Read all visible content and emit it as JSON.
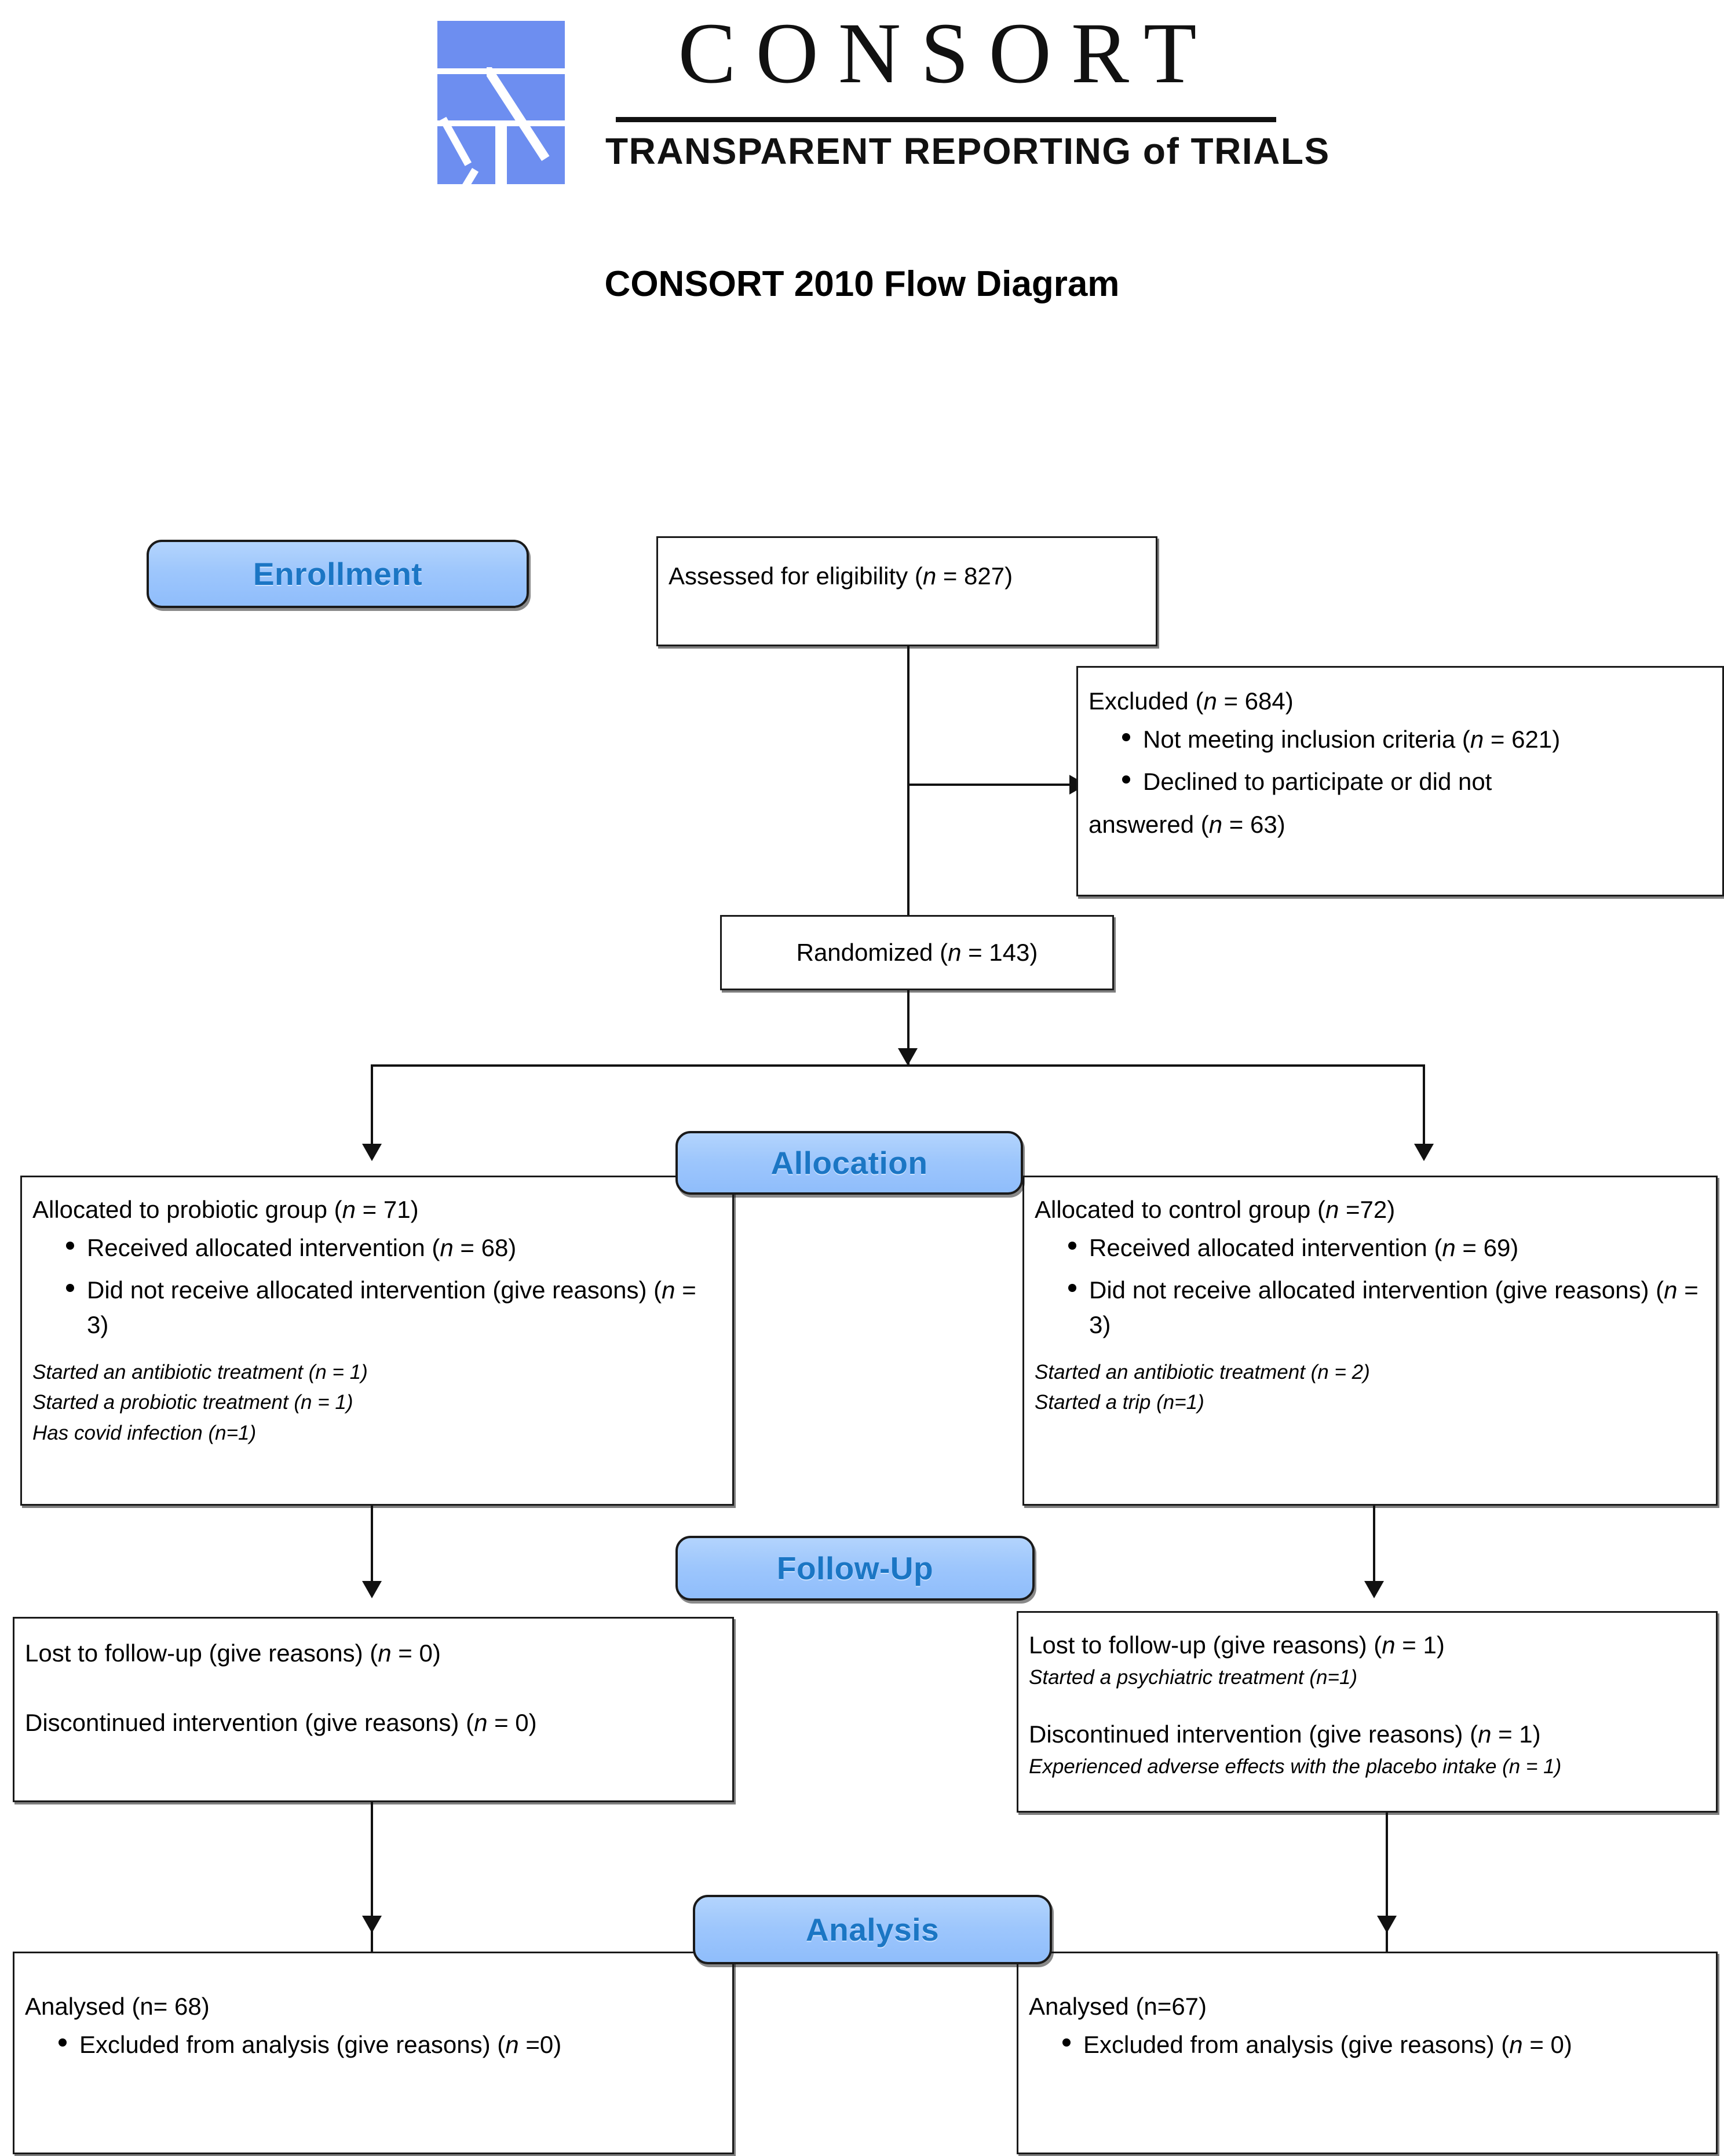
{
  "logo": {
    "wordmark": "CONSORT",
    "tagline_main": "TRANSPARENT REPORTING",
    "tagline_of": "of",
    "tagline_end": "TRIALS",
    "tagline_full": "TRANSPARENT REPORTING of TRIALS",
    "mark_color": "#6d8ef0"
  },
  "title": "CONSORT 2010 Flow Diagram",
  "bands": {
    "enrollment": "Enrollment",
    "allocation": "Allocation",
    "followup": "Follow-Up",
    "analysis": "Analysis",
    "fill": "#9dc6fc",
    "text_color": "#1b76c4"
  },
  "enrollment": {
    "assessed": "Assessed for eligibility (n = 827)",
    "assessed_label": "Assessed for eligibility (",
    "assessed_n": "n",
    "assessed_value": " = 827)",
    "excluded_heading_pre": "Excluded (",
    "excluded_heading_n": "n",
    "excluded_heading_post": " = 684)",
    "excluded_reasons": [
      {
        "pre": "Not meeting inclusion criteria (",
        "n": "n",
        "post": " = 621)"
      },
      {
        "pre": "Declined to participate or did not",
        "n": "",
        "post": ""
      }
    ],
    "excluded_reason_wrap": "answered (",
    "excluded_reason_wrap_n": "n",
    "excluded_reason_wrap_post": " = 63)",
    "randomized_pre": "Randomized (",
    "randomized_n": "n",
    "randomized_post": " = 143)"
  },
  "allocation": {
    "left": {
      "heading_pre": "Allocated to probiotic group (",
      "heading_n": "n",
      "heading_post": " = 71)",
      "bullets": [
        {
          "pre": "Received allocated intervention (",
          "n": "n",
          "post": " = 68)"
        },
        {
          "pre": "Did not receive allocated intervention (give reasons) (",
          "n": "n",
          "post": " = 3)"
        }
      ],
      "notes": [
        "Started an antibiotic treatment (n = 1)",
        "Started a probiotic treatment (n = 1)",
        "Has covid infection (n=1)"
      ]
    },
    "right": {
      "heading_pre": "Allocated to control group (",
      "heading_n": "n",
      "heading_post": " =72)",
      "bullets": [
        {
          "pre": "Received allocated intervention (",
          "n": "n",
          "post": " = 69)"
        },
        {
          "pre": "Did not receive allocated intervention (give reasons) (",
          "n": "n",
          "post": " = 3)"
        }
      ],
      "notes": [
        "Started an antibiotic treatment (n = 2)",
        "Started a trip (n=1)"
      ]
    }
  },
  "followup": {
    "left": {
      "lost_pre": "Lost to follow-up (give reasons) (",
      "lost_n": "n",
      "lost_post": " = 0)",
      "lost_note": "",
      "disc_pre": "Discontinued intervention (give reasons) (",
      "disc_n": "n",
      "disc_post": " = 0)",
      "disc_note": ""
    },
    "right": {
      "lost_pre": "Lost to follow-up (give reasons) (",
      "lost_n": "n",
      "lost_post": " = 1)",
      "lost_note": "Started a psychiatric treatment (n=1)",
      "disc_pre": "Discontinued intervention (give reasons) (",
      "disc_n": "n",
      "disc_post": " = 1)",
      "disc_note": "Experienced adverse effects with the placebo intake (n = 1)"
    }
  },
  "analysis": {
    "left": {
      "heading": "Analysed (n= 68)",
      "bullet_pre": "Excluded from analysis (give reasons) (",
      "bullet_n": "n",
      "bullet_post": " =0)"
    },
    "right": {
      "heading": "Analysed (n=67)",
      "bullet_pre": "Excluded from analysis (give reasons) (",
      "bullet_n": "n",
      "bullet_post": " = 0)"
    }
  }
}
